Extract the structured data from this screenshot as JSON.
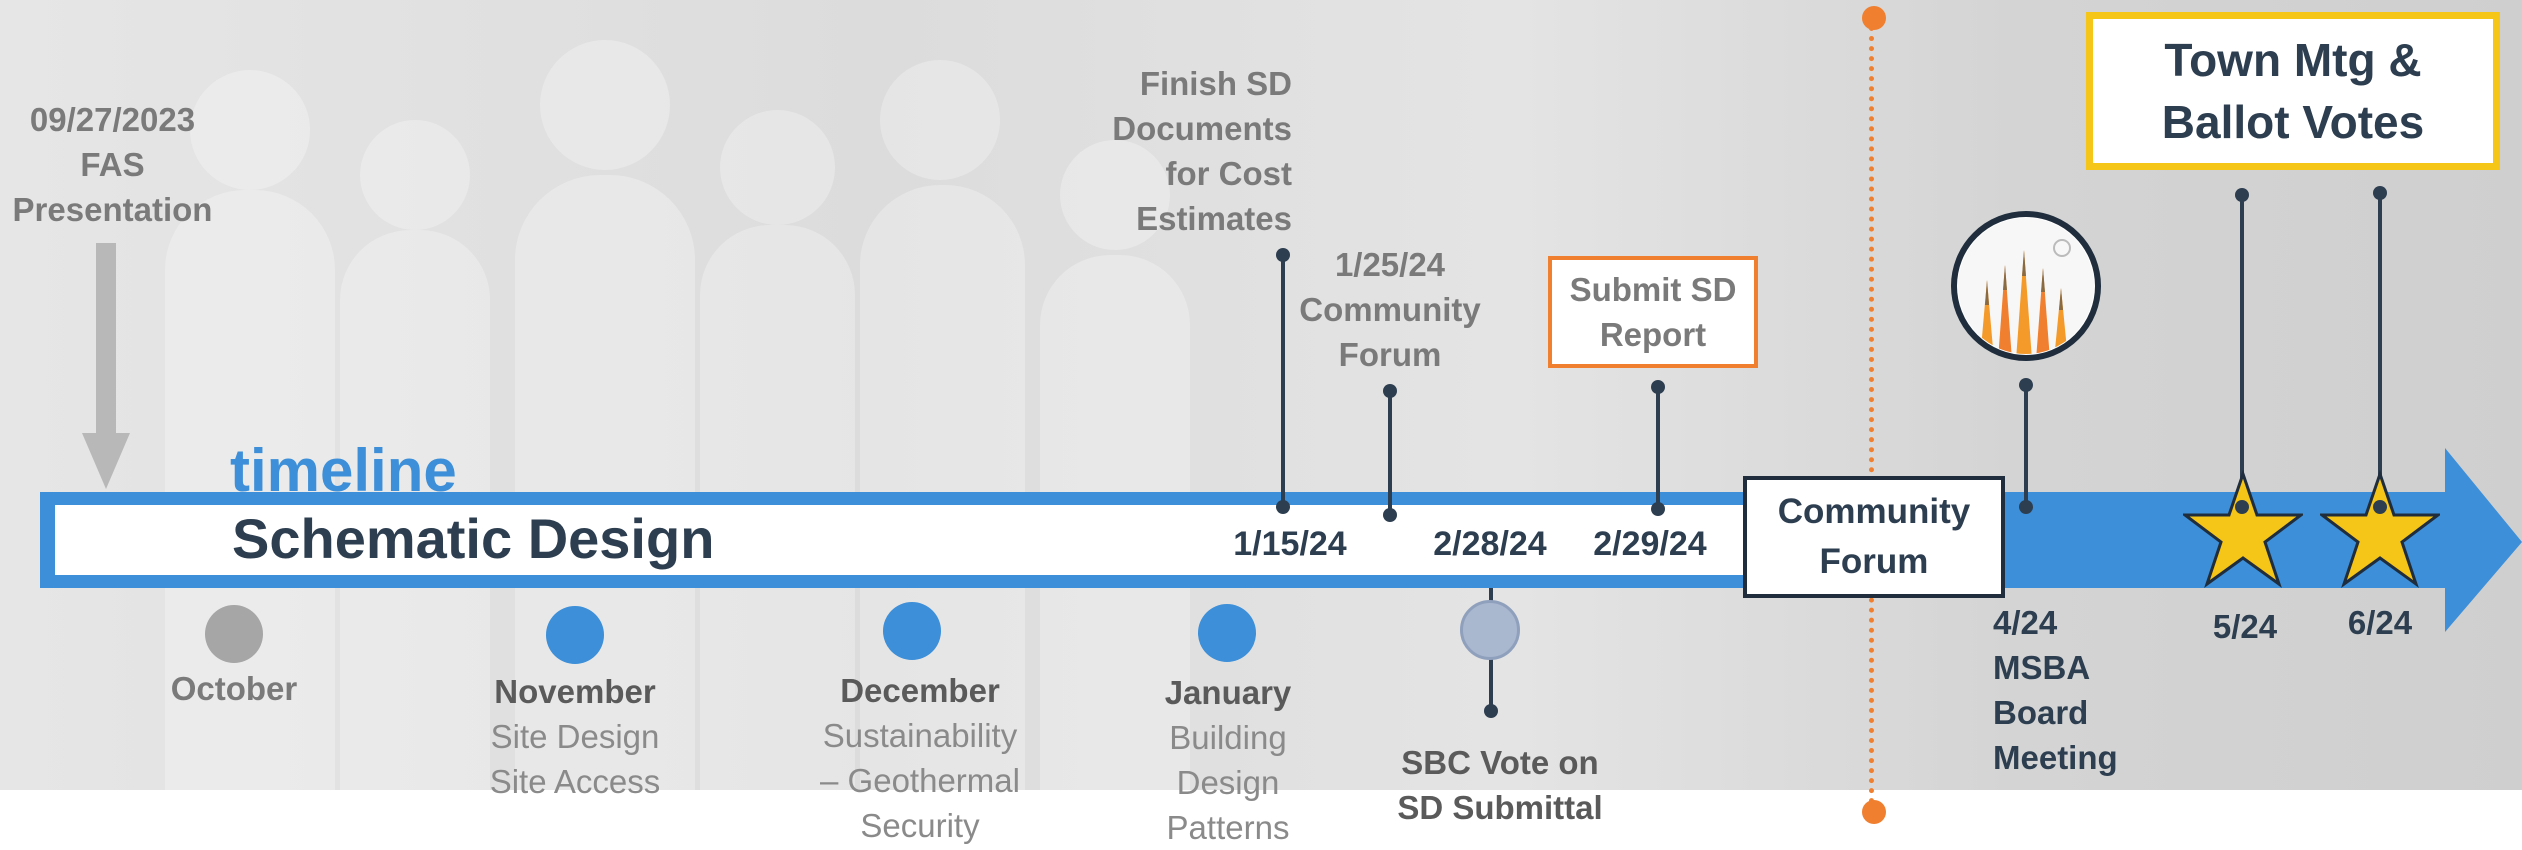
{
  "header": {
    "timeline_label": "timeline",
    "phase_title": "Schematic Design"
  },
  "fas": {
    "date": "09/27/2023",
    "label": "FAS\nPresentation"
  },
  "above_milestones": {
    "finish_sd": "Finish SD\nDocuments\nfor Cost\nEstimates",
    "community_forum_1": "1/25/24\nCommunity\nForum",
    "submit_sd": "Submit SD\nReport",
    "town_mtg": "Town Mtg &\nBallot Votes"
  },
  "bar_dates": {
    "d1": "1/15/24",
    "d2": "2/28/24",
    "d3": "2/29/24"
  },
  "community_forum_box": "Community\nForum",
  "months": [
    {
      "name": "October",
      "detail": "",
      "color": "#a6a6a6"
    },
    {
      "name": "November",
      "detail": "Site Design\nSite Access",
      "color": "#3c8fd8"
    },
    {
      "name": "December",
      "detail": "Sustainability\n– Geothermal\nSecurity",
      "color": "#3c8fd8"
    },
    {
      "name": "January",
      "detail": "Building\nDesign\nPatterns",
      "color": "#3c8fd8"
    }
  ],
  "sbc_vote": "SBC Vote on\nSD Submittal",
  "future": {
    "msba": "4/24\nMSBA\nBoard\nMeeting",
    "may": "5/24",
    "june": "6/24"
  },
  "colors": {
    "bar_blue": "#3c8fd8",
    "timeline_blue": "#3c8fd8",
    "orange": "#f07f30",
    "gold": "#f5c518",
    "navy": "#2d3e50"
  },
  "icons": [
    "pencils-icon",
    "star-icon",
    "arrow-down-icon"
  ]
}
